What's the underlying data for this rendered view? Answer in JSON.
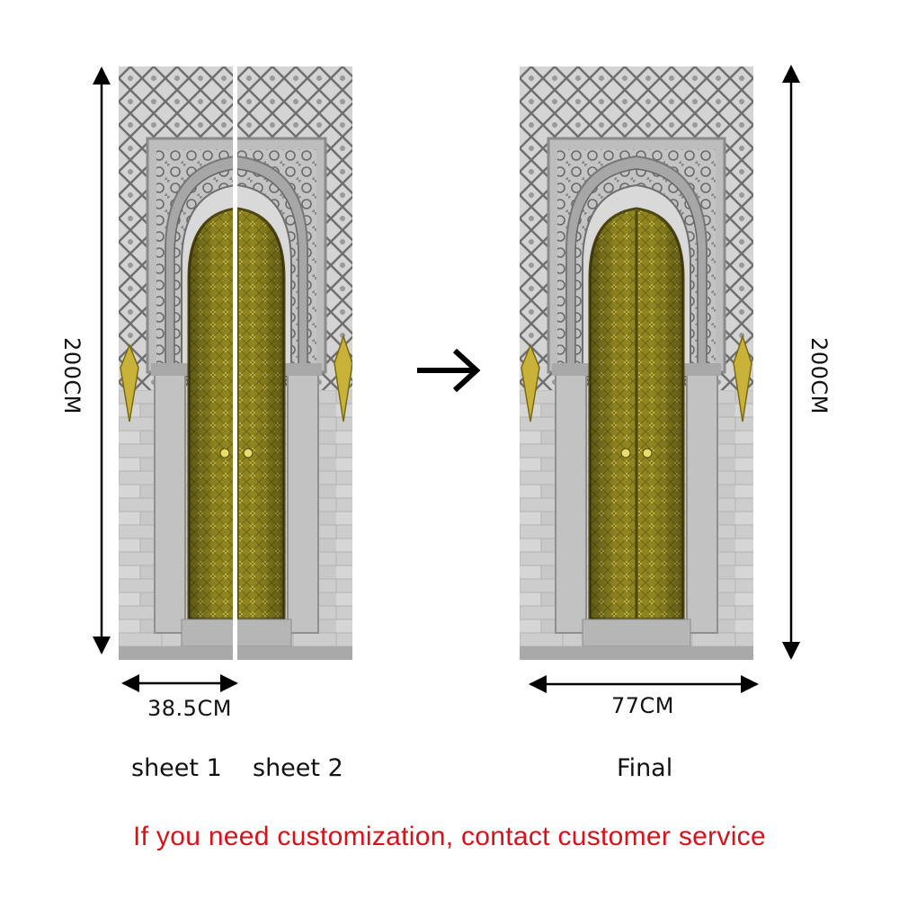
{
  "diagram": {
    "left_group": {
      "height_label": "200CM",
      "width_label": "38.5CM",
      "sheet_labels": [
        "sheet 1",
        "sheet 2"
      ]
    },
    "right_group": {
      "height_label": "200CM",
      "width_label": "77CM",
      "caption": "Final"
    },
    "arrow": "right-arrow-icon"
  },
  "footer": {
    "note": "If you need customization, contact customer service"
  },
  "colors": {
    "stone": "#c9c9c9",
    "stone_dark": "#8d8d8d",
    "door_gold": "#a59a2a",
    "door_gold_light": "#d4c64a",
    "note_red": "#d7131a"
  }
}
